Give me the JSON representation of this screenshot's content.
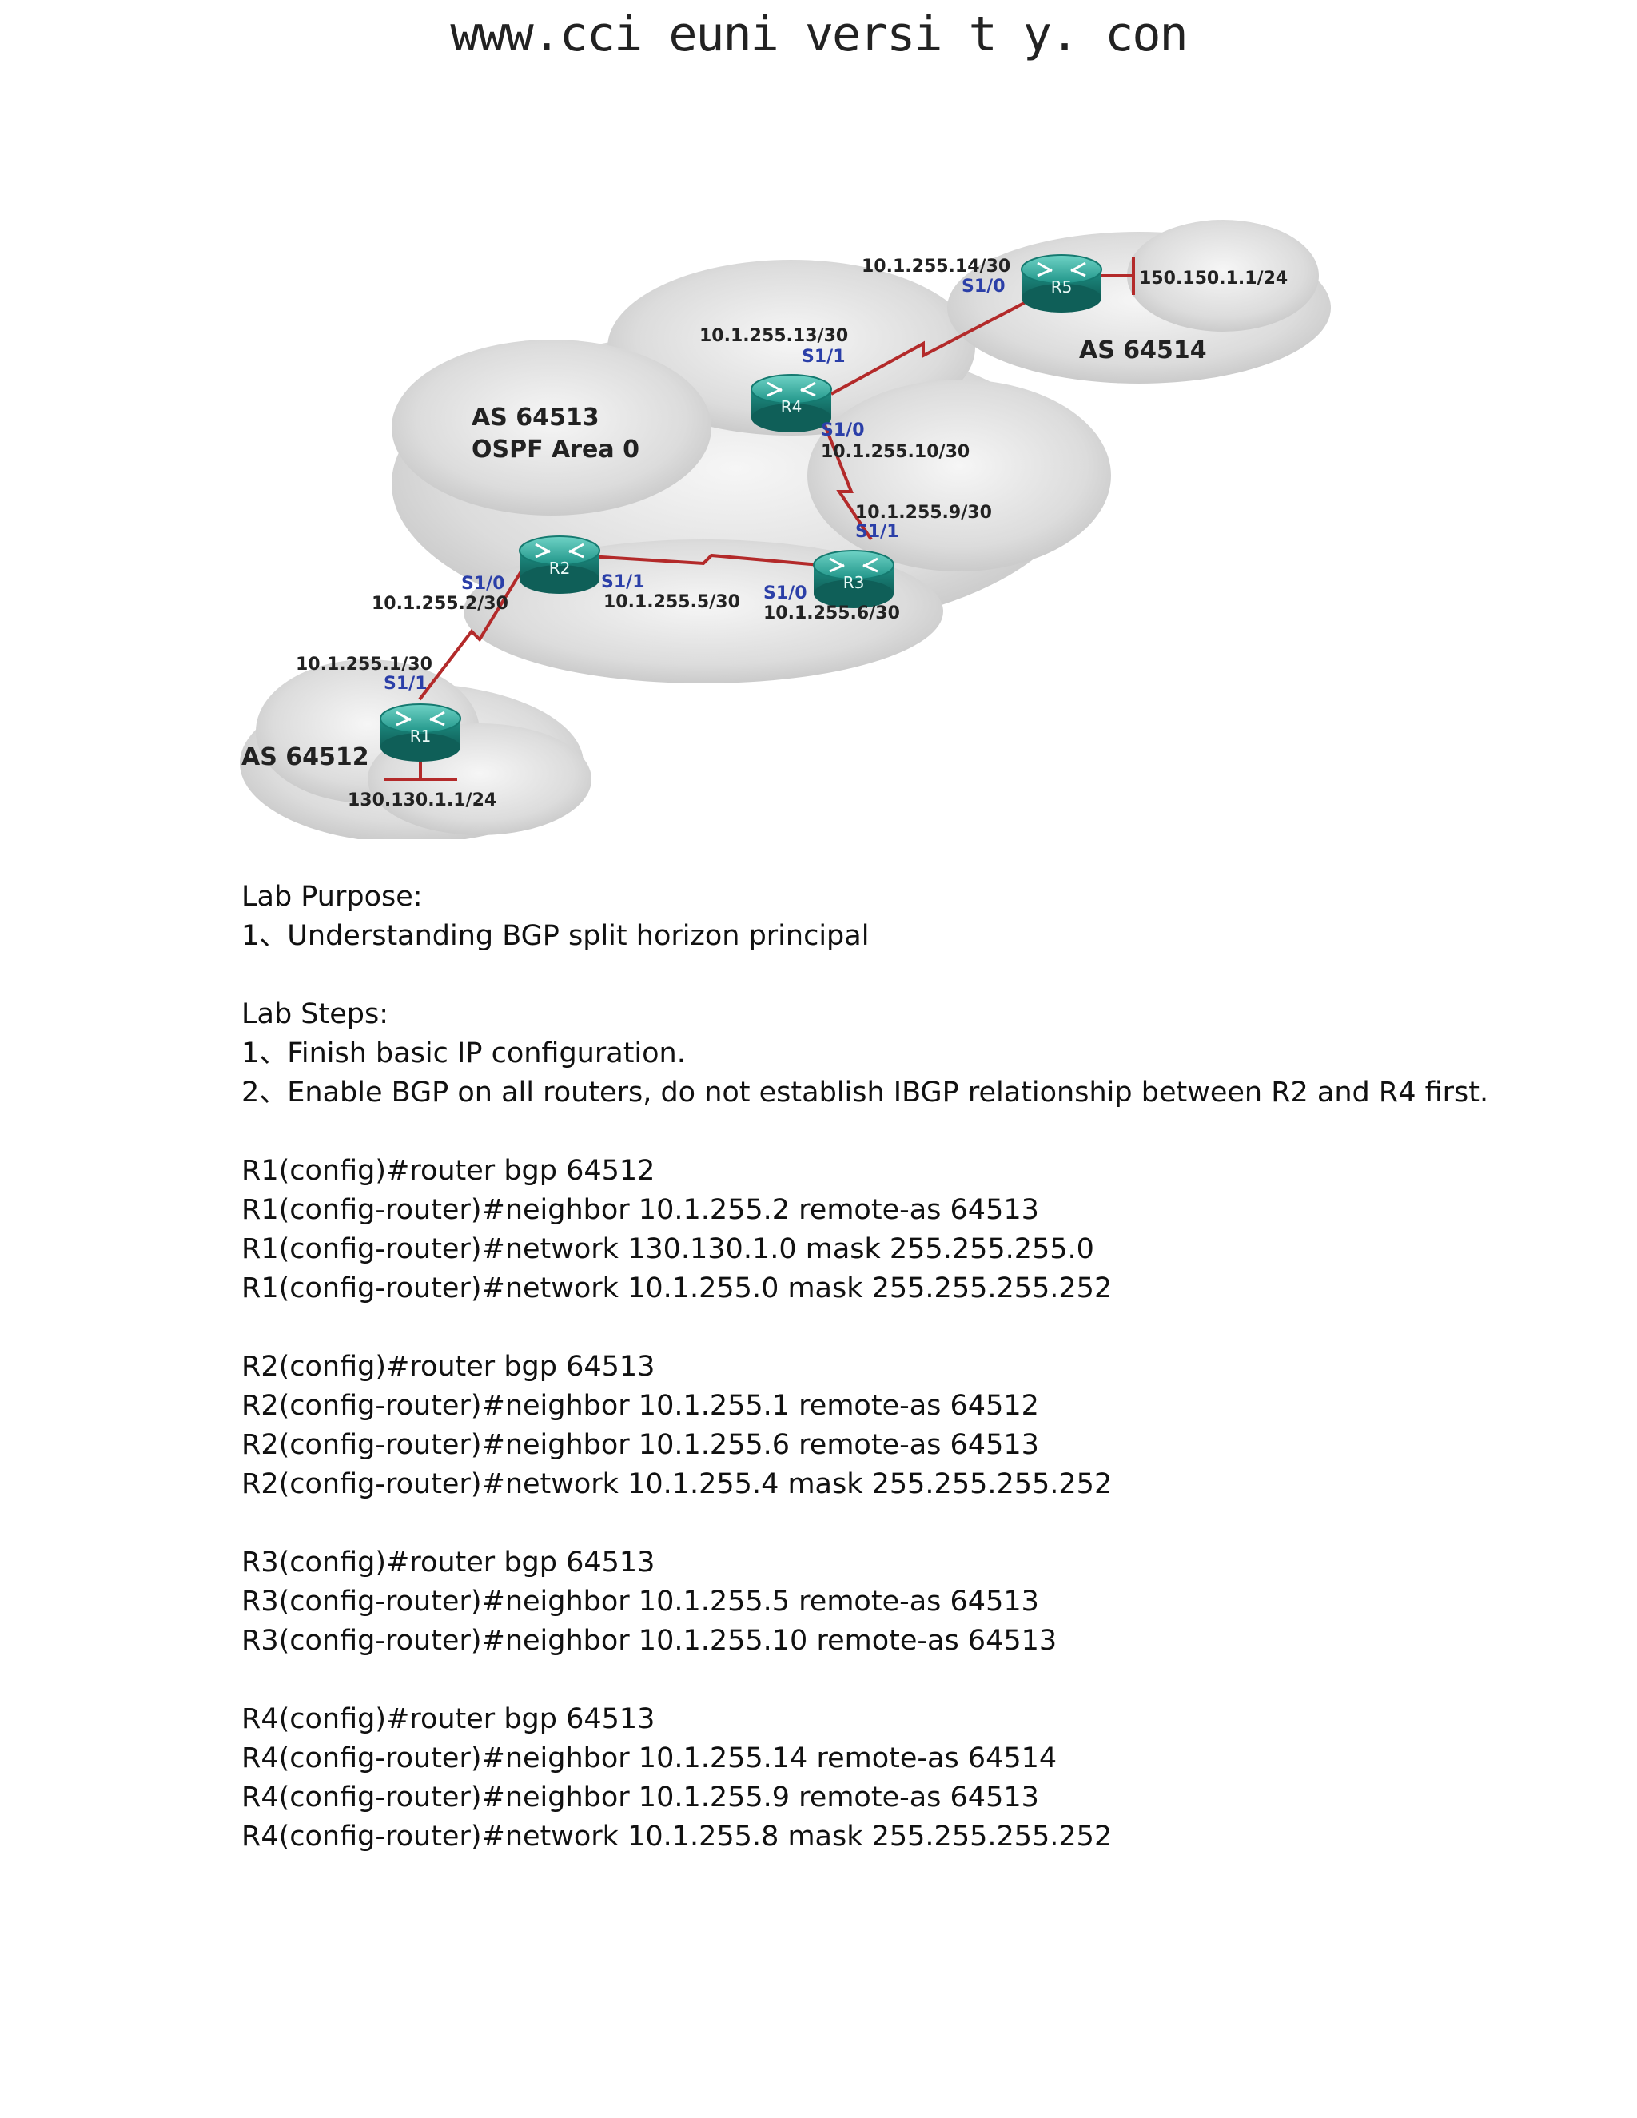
{
  "header": {
    "site": "www.cci euni versi t y. con"
  },
  "diagram": {
    "as_labels": {
      "as64513": "AS 64513",
      "ospf": "OSPF Area 0",
      "as64514": "AS 64514",
      "as64512": "AS 64512"
    },
    "routers": {
      "r1": "R1",
      "r2": "R2",
      "r3": "R3",
      "r4": "R4",
      "r5": "R5"
    },
    "labels": {
      "r5_ip": "10.1.255.14/30",
      "r5_if": "S1/0",
      "r5_lan": "150.150.1.1/24",
      "r4_ip_top": "10.1.255.13/30",
      "r4_if_top": "S1/1",
      "r4_if_bottom": "S1/0",
      "r4_ip_bottom": "10.1.255.10/30",
      "r3_ip_top": "10.1.255.9/30",
      "r3_if_top": "S1/1",
      "r2_if_left": "S1/0",
      "r2_ip_left": "10.1.255.2/30",
      "r2_if_right": "S1/1",
      "r2_ip_right": "10.1.255.5/30",
      "r3_if_left": "S1/0",
      "r3_ip_left": "10.1.255.6/30",
      "r1_ip": "10.1.255.1/30",
      "r1_if": "S1/1",
      "r1_lan": "130.130.1.1/24"
    }
  },
  "content": {
    "purpose_heading": "Lab Purpose:",
    "purpose_1": "1、Understanding BGP split horizon principal",
    "steps_heading": "Lab Steps:",
    "step_1": "1、Finish basic IP configuration.",
    "step_2": "2、Enable BGP on all routers, do not establish IBGP relationship between R2 and R4 first.",
    "r1": [
      "R1(config)#router bgp 64512",
      "R1(config-router)#neighbor 10.1.255.2 remote-as 64513",
      "R1(config-router)#network 130.130.1.0 mask 255.255.255.0",
      "R1(config-router)#network 10.1.255.0 mask 255.255.255.252"
    ],
    "r2": [
      "R2(config)#router bgp 64513",
      "R2(config-router)#neighbor 10.1.255.1 remote-as 64512",
      "R2(config-router)#neighbor 10.1.255.6 remote-as 64513",
      "R2(config-router)#network 10.1.255.4 mask 255.255.255.252"
    ],
    "r3": [
      "R3(config)#router bgp 64513",
      "R3(config-router)#neighbor 10.1.255.5 remote-as 64513",
      "R3(config-router)#neighbor 10.1.255.10 remote-as 64513"
    ],
    "r4": [
      "R4(config)#router bgp 64513",
      "R4(config-router)#neighbor 10.1.255.14 remote-as 64514",
      "R4(config-router)#neighbor 10.1.255.9 remote-as 64513",
      "R4(config-router)#network 10.1.255.8 mask 255.255.255.252"
    ]
  }
}
